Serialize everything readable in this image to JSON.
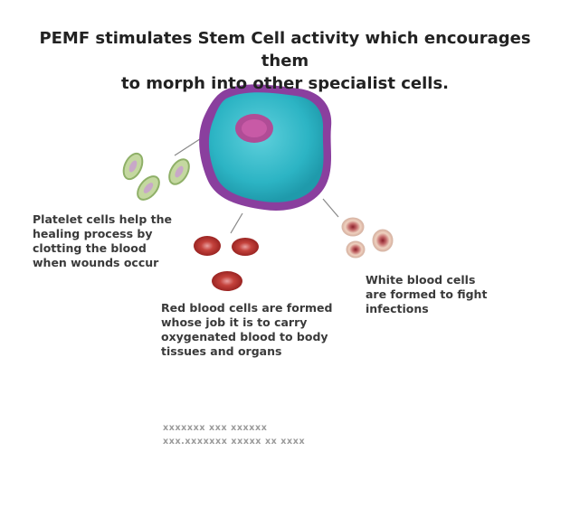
{
  "title": {
    "line1": "PEMF stimulates Stem Cell activity which encourages them",
    "line2": "to morph into other specialist cells."
  },
  "captions": {
    "platelet": [
      "Platelet cells help the",
      "healing process by",
      "clotting the blood",
      "when wounds occur"
    ],
    "red": [
      "Red blood cells are formed",
      "whose job it is to carry",
      "oxygenated blood to body",
      "tissues and organs"
    ],
    "white": [
      "White blood cells",
      "are formed to fight",
      "infections"
    ]
  },
  "faint_text": {
    "line1": "xxxxxxx xxx xxxxxx",
    "line2": "xxx.xxxxxxx xxxxx xx xxxx"
  },
  "colors": {
    "stem_cell_fill": "#2cb4c4",
    "stem_cell_membrane": "#8a3f9e",
    "nucleus": "#b04c96",
    "red_cell": "#b8322e",
    "white_cell": "#a3343c",
    "platelet": "#a0c070"
  }
}
